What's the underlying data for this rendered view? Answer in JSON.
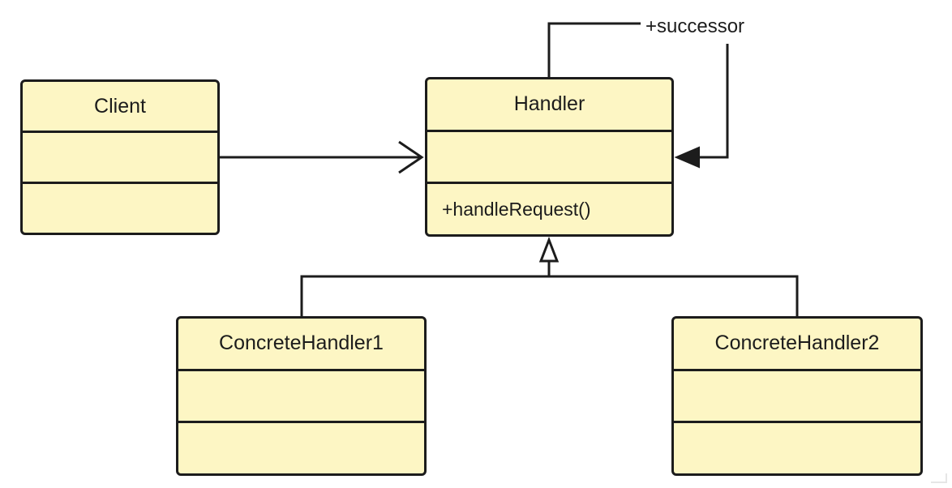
{
  "diagram": {
    "type": "uml-class-diagram",
    "classes": [
      {
        "id": "client",
        "name": "Client",
        "attributes": "",
        "methods": ""
      },
      {
        "id": "handler",
        "name": "Handler",
        "attributes": "",
        "methods": "+handleRequest()"
      },
      {
        "id": "concrete1",
        "name": "ConcreteHandler1",
        "attributes": "",
        "methods": ""
      },
      {
        "id": "concrete2",
        "name": "ConcreteHandler2",
        "attributes": "",
        "methods": ""
      }
    ],
    "relations": [
      {
        "from": "client",
        "to": "handler",
        "kind": "association",
        "label": ""
      },
      {
        "from": "handler",
        "to": "handler",
        "kind": "self-association",
        "label": "+successor"
      },
      {
        "from": "concrete1",
        "to": "handler",
        "kind": "generalization",
        "label": ""
      },
      {
        "from": "concrete2",
        "to": "handler",
        "kind": "generalization",
        "label": ""
      }
    ],
    "colors": {
      "box_fill": "#fdf6c4",
      "stroke": "#1c1c1c",
      "background": "#ffffff"
    }
  }
}
